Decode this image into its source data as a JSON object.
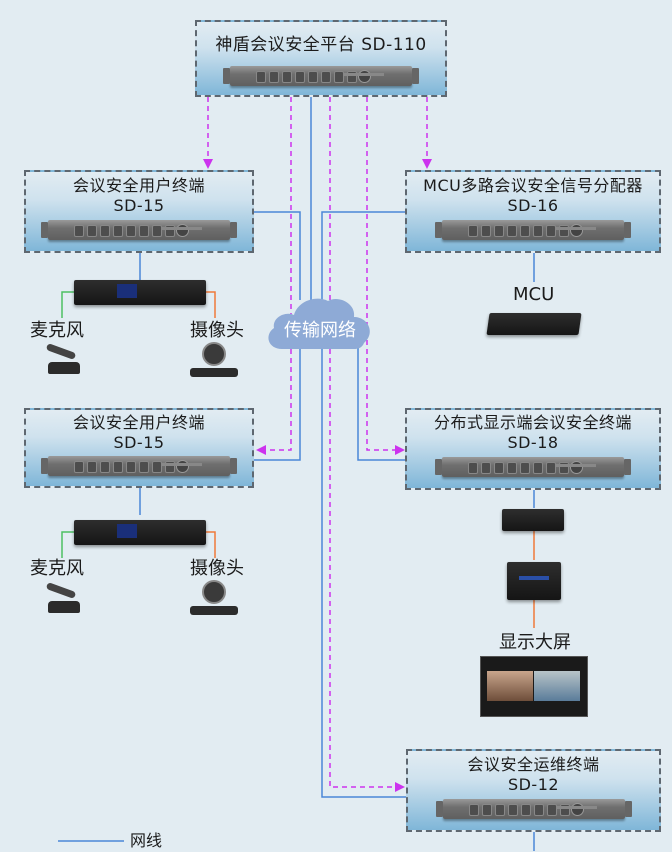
{
  "nodes": {
    "platform": {
      "name": "神盾会议安全平台 SD-110"
    },
    "user_terminal_1": {
      "name": "会议安全用户终端",
      "model": "SD-15"
    },
    "mcu_distributor": {
      "name": "MCU多路会议安全信号分配器",
      "model": "SD-16"
    },
    "user_terminal_2": {
      "name": "会议安全用户终端",
      "model": "SD-15"
    },
    "display_terminal": {
      "name": "分布式显示端会议安全终端",
      "model": "SD-18"
    },
    "ops_terminal": {
      "name": "会议安全运维终端",
      "model": "SD-12"
    }
  },
  "devices": {
    "mic_1": "麦克风",
    "camera_1": "摄像头",
    "mic_2": "麦克风",
    "camera_2": "摄像头",
    "mcu": "MCU",
    "big_screen": "显示大屏"
  },
  "network": {
    "label": "传输网络"
  },
  "legend": {
    "network_cable": "网线"
  },
  "colors": {
    "network_line": "#4a86d8",
    "control_dashed": "#cc33ee",
    "mic_line": "#4cc063",
    "camera_line": "#f07a3a",
    "cloud": "#8eaad6"
  }
}
